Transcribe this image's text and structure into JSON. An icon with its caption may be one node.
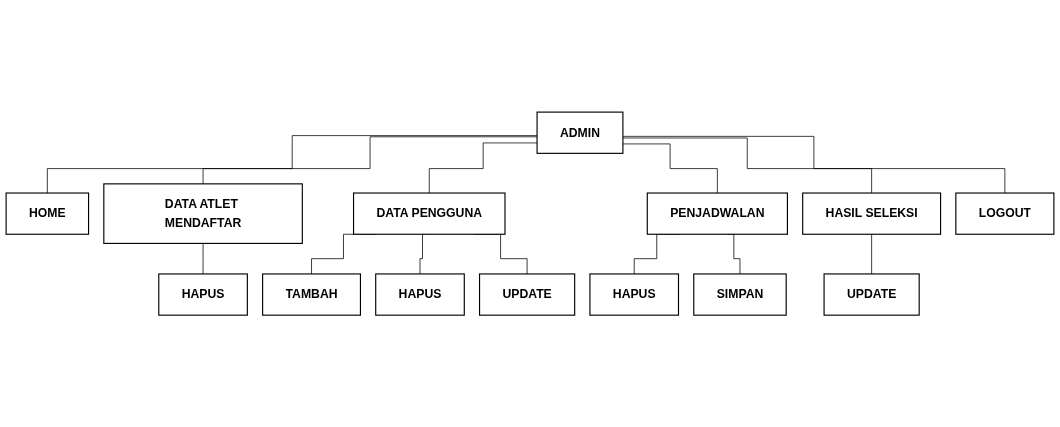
{
  "diagram": {
    "nodes": [
      {
        "text": [
          "ADMIN"
        ]
      },
      {
        "text": [
          "HOME"
        ]
      },
      {
        "text": [
          "DATA ATLET MENDAFTAR"
        ]
      },
      {
        "text": [
          "DATA PENGGUNA"
        ]
      },
      {
        "text": [
          "PENJADWALAN"
        ]
      },
      {
        "text": [
          "HASIL SELEKSI"
        ]
      },
      {
        "text": [
          "LOGOUT"
        ]
      },
      {
        "text": [
          "HAPUS"
        ]
      },
      {
        "text": [
          "TAMBAH"
        ]
      },
      {
        "text": [
          "HAPUS"
        ]
      },
      {
        "text": [
          "UPDATE"
        ]
      },
      {
        "text": [
          "HAPUS"
        ]
      },
      {
        "text": [
          "SIMPAN"
        ]
      },
      {
        "text": [
          "UPDATE"
        ]
      }
    ],
    "edges": [
      {
        "from": 0,
        "to": 1,
        "arrow": "none"
      },
      {
        "from": 0,
        "to": 2,
        "arrow": "none"
      },
      {
        "from": 0,
        "to": 3,
        "arrow": "none"
      },
      {
        "from": 0,
        "to": 4,
        "arrow": "none"
      },
      {
        "from": 0,
        "to": 5,
        "arrow": "none"
      },
      {
        "from": 0,
        "to": 6,
        "arrow": "none"
      },
      {
        "from": 2,
        "to": 7,
        "arrow": "none"
      },
      {
        "from": 3,
        "to": 8,
        "arrow": "none"
      },
      {
        "from": 3,
        "to": 9,
        "arrow": "none"
      },
      {
        "from": 3,
        "to": 10,
        "arrow": "none"
      },
      {
        "from": 4,
        "to": 11,
        "arrow": "none"
      },
      {
        "from": 4,
        "to": 12,
        "arrow": "none"
      },
      {
        "from": 5,
        "to": 13,
        "arrow": "none"
      }
    ]
  }
}
